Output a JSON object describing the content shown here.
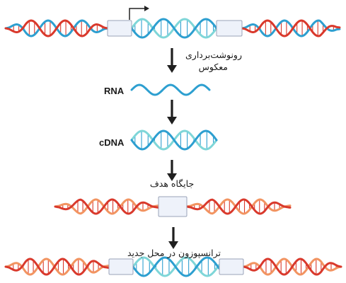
{
  "labels": {
    "reverse_transcription_1": "رونوشت‌برداری",
    "reverse_transcription_2": "معکوس",
    "rna": "RNA",
    "cdna": "cDNA",
    "target_site": "جایگاه هدف",
    "new_location": "ترانسپوزون در محل جدید"
  },
  "colors": {
    "blue": "#2d9fd0",
    "teal": "#7fd6d8",
    "red": "#d9392c",
    "orange": "#f29461",
    "box_fill": "#eef2fa",
    "box_stroke": "#9aa3b8",
    "arrow": "#1f1f1f"
  },
  "icons": [
    "promoter-arrow-icon",
    "down-arrow-icon"
  ]
}
